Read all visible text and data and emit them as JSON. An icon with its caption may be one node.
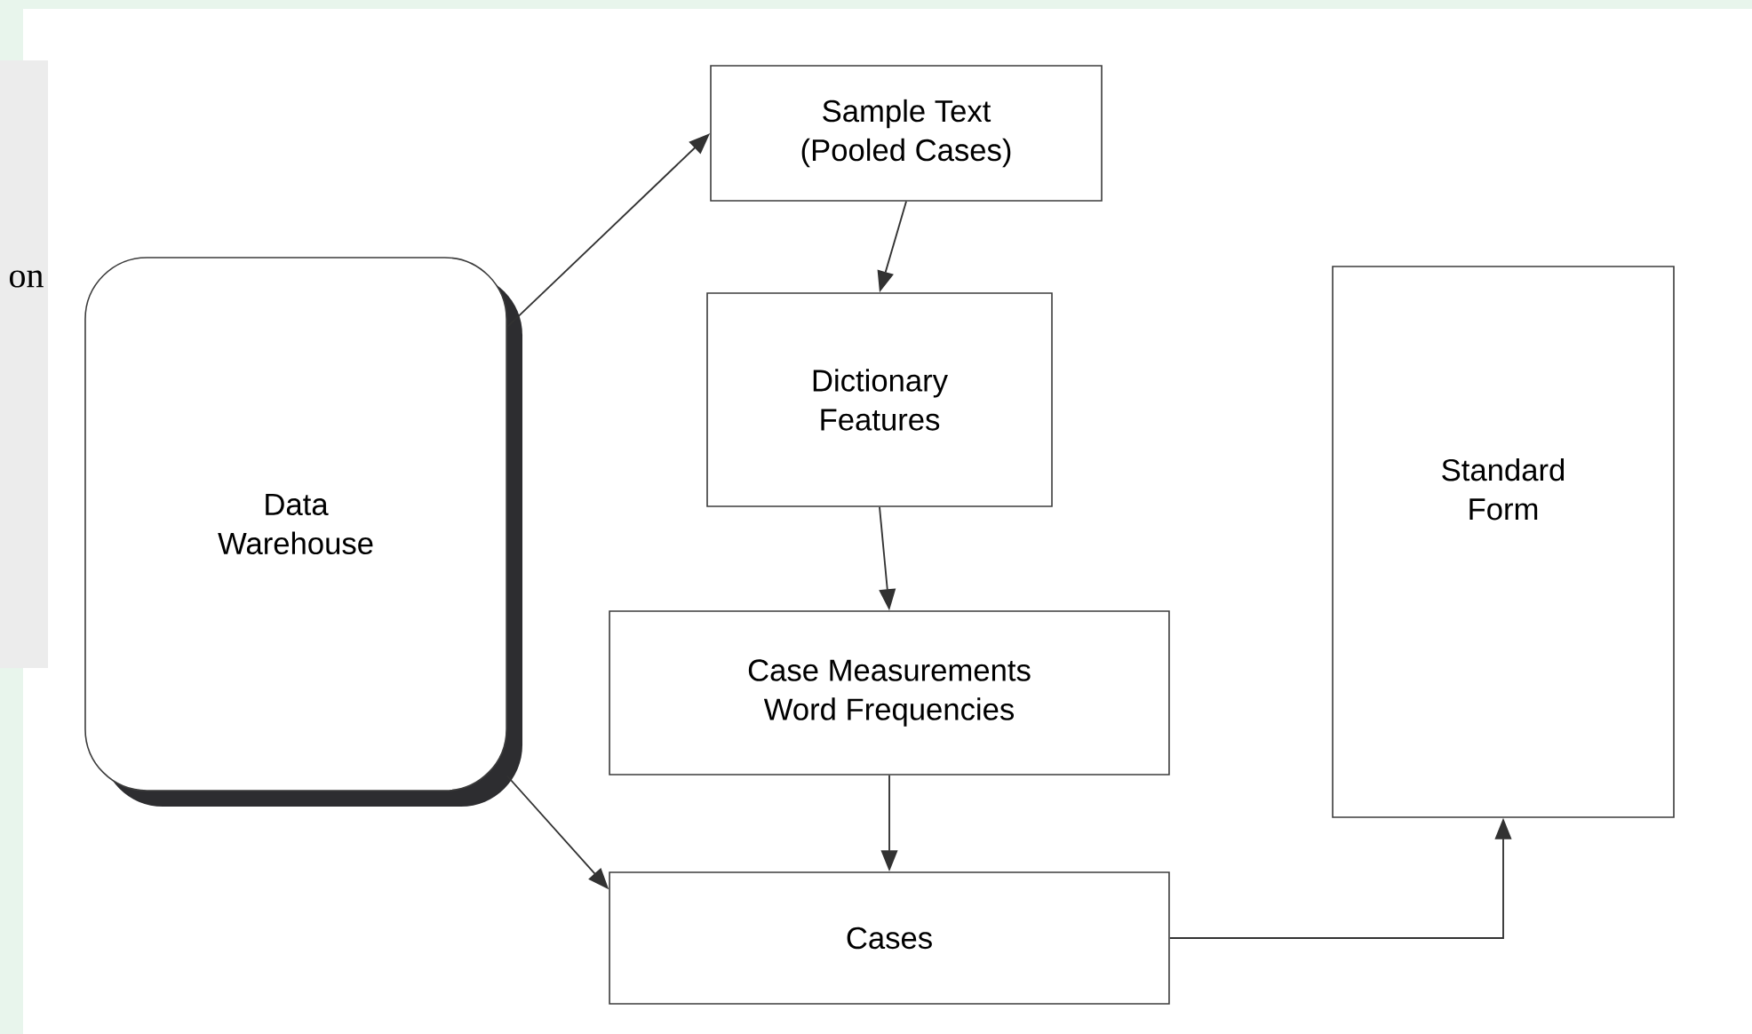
{
  "diagram": {
    "nodes": [
      {
        "text": [
          "Data Warehouse"
        ]
      },
      {
        "text": [
          "Sample Text (Pooled Cases)"
        ]
      },
      {
        "text": [
          "Dictionary Features"
        ]
      },
      {
        "text": [
          "Case Measurements Word Frequencies"
        ]
      },
      {
        "text": [
          "Cases"
        ]
      },
      {
        "text": [
          "Standard Form"
        ]
      }
    ],
    "edges": [
      {
        "from": 0,
        "to": 1,
        "arrow": "to"
      },
      {
        "from": 1,
        "to": 2,
        "arrow": "to"
      },
      {
        "from": 2,
        "to": 3,
        "arrow": "to"
      },
      {
        "from": 3,
        "to": 4,
        "arrow": "to"
      },
      {
        "from": 0,
        "to": 4,
        "arrow": "to"
      },
      {
        "from": 4,
        "to": 5,
        "arrow": "to"
      }
    ],
    "labels": [
      "on"
    ]
  }
}
